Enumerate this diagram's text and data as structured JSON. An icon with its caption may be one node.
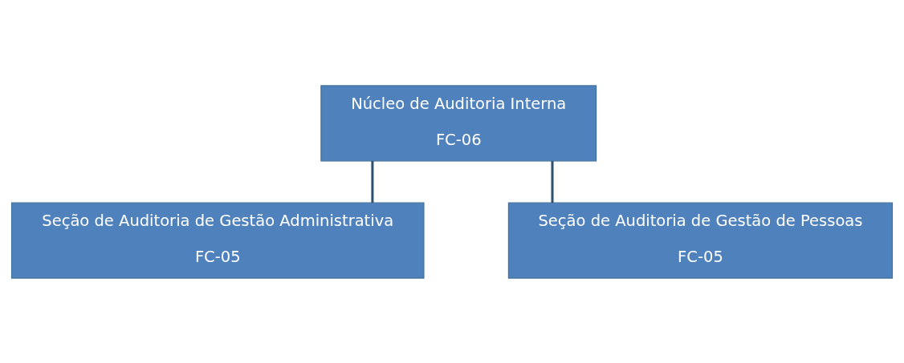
{
  "diagram": {
    "nodes": [
      {
        "text": [
          "Núcleo de Auditoria Interna",
          "FC-06"
        ]
      },
      {
        "text": [
          "Seção de Auditoria de Gestão Administrativa",
          "FC-05"
        ]
      },
      {
        "text": [
          "Seção de Auditoria de Gestão de Pessoas",
          "FC-05"
        ]
      }
    ],
    "edges": [
      {
        "from": 0,
        "to": 1,
        "arrow": "none"
      },
      {
        "from": 0,
        "to": 2,
        "arrow": "none"
      }
    ]
  }
}
